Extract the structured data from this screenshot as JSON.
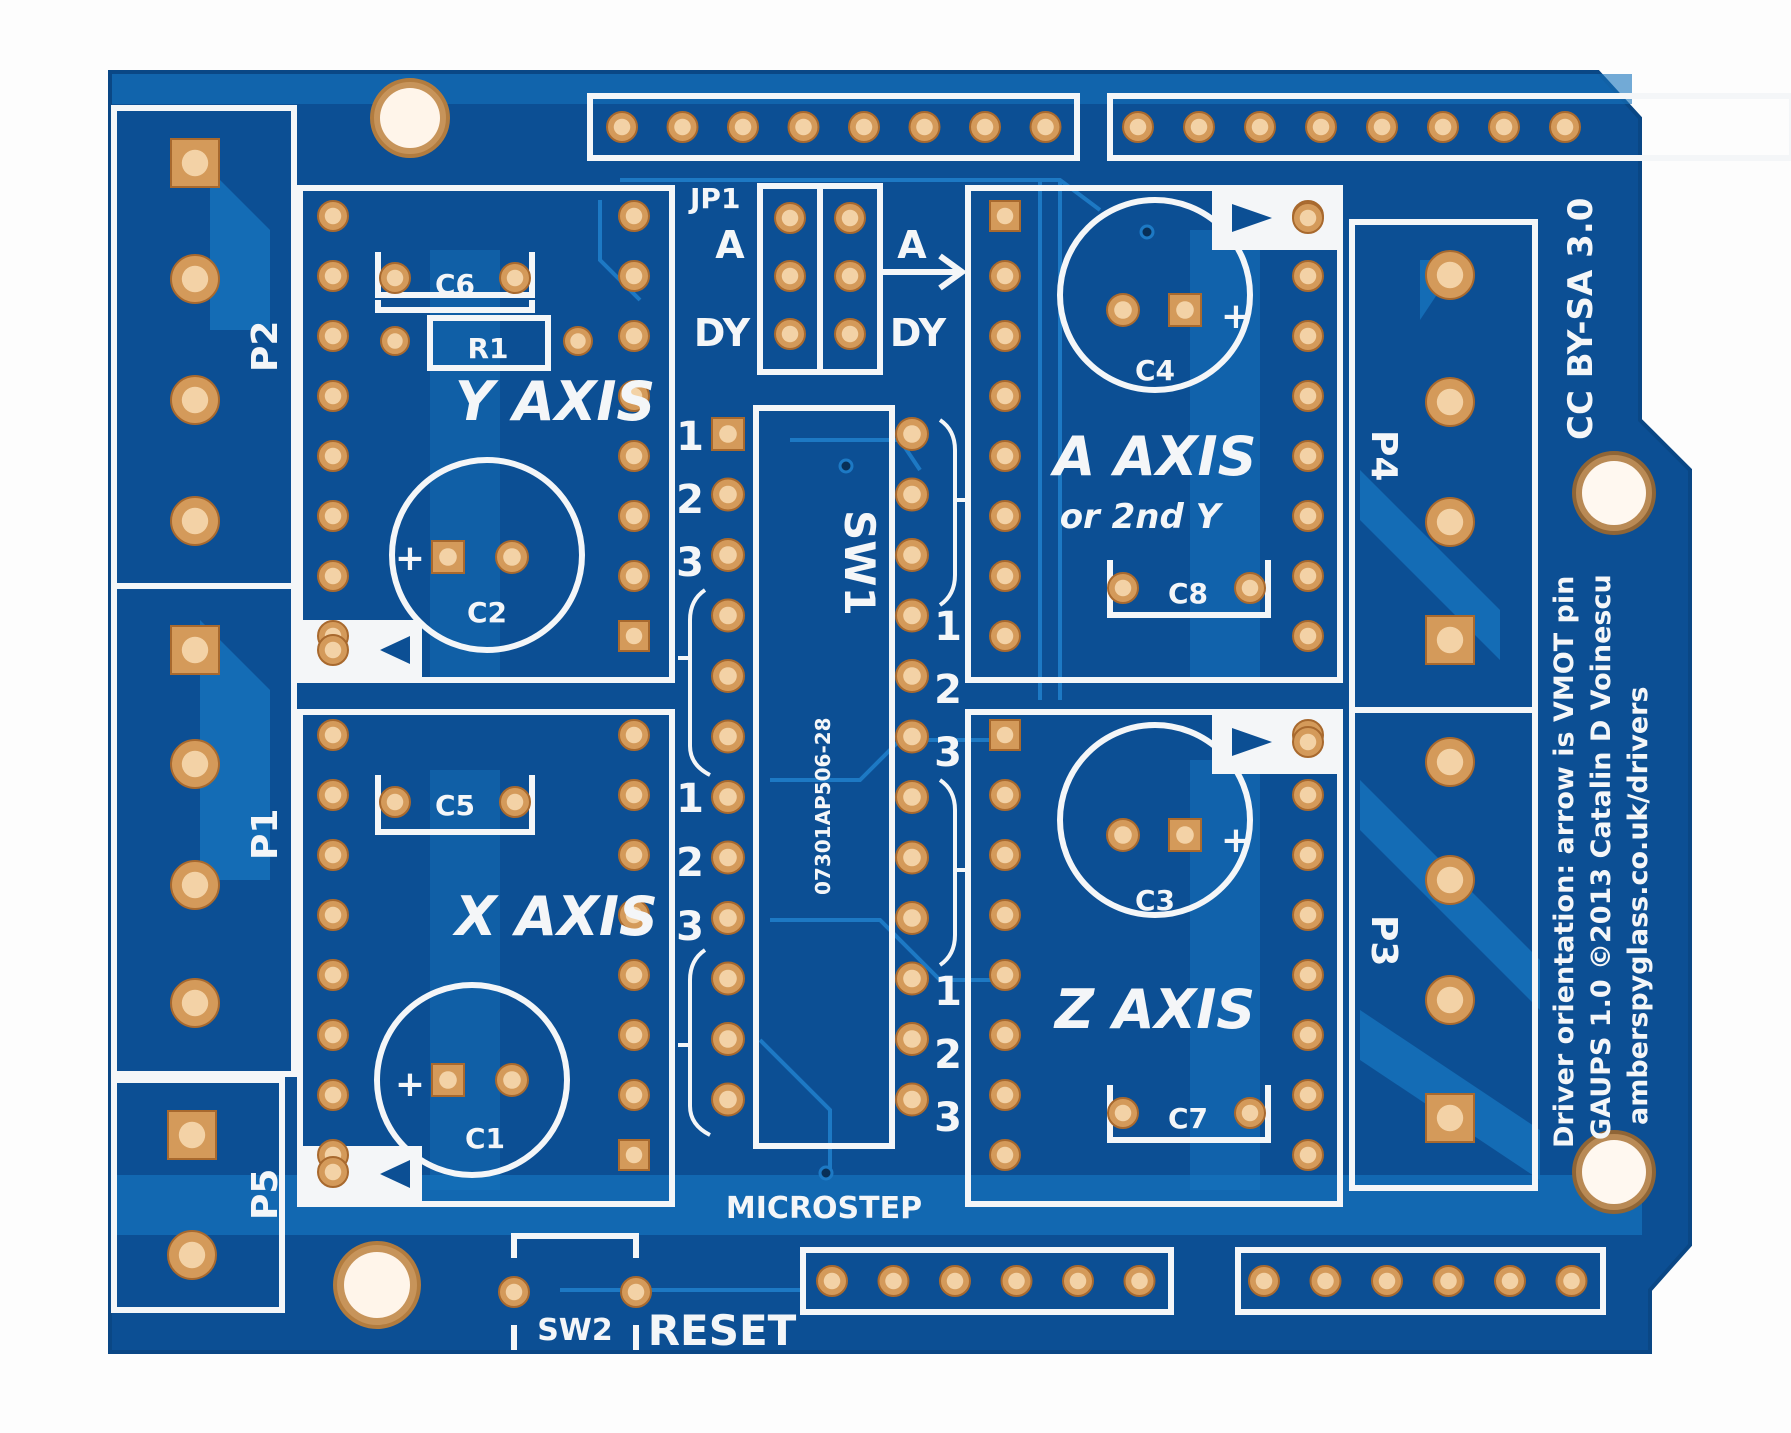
{
  "board": {
    "colors": {
      "background": "#fdfdfd",
      "solder_mask": "#0c4f94",
      "solder_mask_light": "#1673bd",
      "silkscreen": "#f4f6f8",
      "copper_pad": "#d49a5a"
    },
    "drivers": [
      {
        "name": "Y AXIS",
        "sub": "",
        "cap_small": "C6",
        "cap_large": "C2",
        "resistor": "R1"
      },
      {
        "name": "X AXIS",
        "sub": "",
        "cap_small": "C5",
        "cap_large": "C1"
      },
      {
        "name": "A AXIS",
        "sub": "or 2nd Y",
        "cap_small": "C8",
        "cap_large": "C4"
      },
      {
        "name": "Z AXIS",
        "sub": "",
        "cap_small": "C7",
        "cap_large": "C3"
      }
    ],
    "connectors": {
      "p1": "P1",
      "p2": "P2",
      "p3": "P3",
      "p4": "P4",
      "p5": "P5"
    },
    "jumper": {
      "name": "JP1",
      "left_top": "A",
      "left_bottom": "DY",
      "right_top": "A",
      "right_bottom": "DY"
    },
    "dip_switch": {
      "name": "SW1",
      "part_number": "07301AP506-28",
      "label": "MICROSTEP"
    },
    "microstep_numbers": [
      "1",
      "2",
      "3"
    ],
    "reset_switch": {
      "name": "SW2",
      "label": "RESET"
    },
    "plus_sign": "+",
    "credits": {
      "license": "CC BY-SA 3.0",
      "orientation_note": "Driver orientation: arrow is VMOT pin",
      "version": "GAUPS 1.0 ©2013 Catalin D Voinescu",
      "url": "amberspyglass.co.uk/drivers"
    }
  }
}
